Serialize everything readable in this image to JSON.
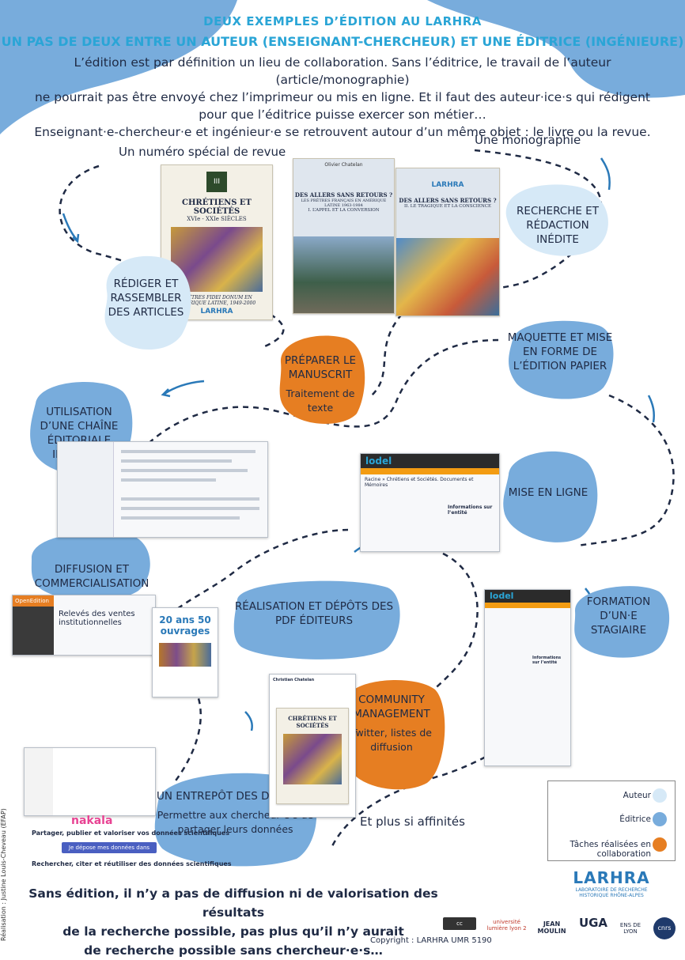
{
  "header": {
    "title": "DEUX EXEMPLES D’ÉDITION AU LARHRA",
    "subtitle": "UN PAS DE DEUX ENTRE UN AUTEUR (ENSEIGNANT-CHERCHEUR) ET UNE ÉDITRICE (INGÉNIEURE)",
    "intro_lines": [
      "L’édition est par définition un lieu de collaboration. Sans l’éditrice, le travail de l’auteur (article/monographie)",
      "ne pourrait pas être envoyé chez l’imprimeur ou mis en ligne. Et il faut des auteur·ice·s qui rédigent",
      "pour que l’éditrice puisse exercer son métier…",
      "Enseignant·e-chercheur·e et ingénieur·e se retrouvent autour d’un même objet : le livre ou la revue."
    ]
  },
  "labels": {
    "special_issue": "Un numéro spécial de revue",
    "monograph": "Une monographie",
    "more": "Et plus si affinités"
  },
  "steps": {
    "recherche": "RECHERCHE ET RÉDACTION INÉDITE",
    "rediger": "RÉDIGER ET RASSEMBLER DES ARTICLES",
    "preparer_title": "PRÉPARER LE MANUSCRIT",
    "preparer_sub": "Traitement de texte",
    "maquette": "MAQUETTE ET MISE EN FORME DE L’ÉDITION PAPIER",
    "chaine": "UTILISATION D’UNE CHAÎNE ÉDITORIALE INTÉGRÉE",
    "enligne": "MISE EN LIGNE",
    "diffusion": "DIFFUSION ET COMMERCIALISATION",
    "pdf": "RÉALISATION ET DÉPÔTS DES PDF ÉDITEURS",
    "formation": "FORMATION D’UN·E STAGIAIRE",
    "community_title": "COMMUNITY MANAGEMENT",
    "community_sub": "Twitter, listes de diffusion",
    "entrepot_title": "UN ENTREPÔT DES DONNÉES",
    "entrepot_sub": "Permettre aux chercheur·e·s de partager leurs données"
  },
  "covers": {
    "revue_title": "CHRÉTIENS ET SOCIÉTÉS",
    "revue_period": "XVIe - XXIe SIÈCLES",
    "revue_num": "III",
    "revue_subject": "PRÊTRES FIDEI DONUM EN AMÉRIQUE LATINE, 1949-2000",
    "mono_title": "DES ALLERS SANS RETOURS ?",
    "mono_sub": "LES PRÊTRES FRANÇAIS EN AMÉRIQUE LATINE 1963-1984",
    "mono_vol1": "I. L’APPEL ET LA CONVERSION",
    "mono_vol2": "II. LE TRAGIQUE ET LA CONSCIENCE",
    "mono_author": "Olivier Chatelan",
    "logo": "LARHRA"
  },
  "screens": {
    "lodel_brand": "lodel",
    "lodel_breadcrumb": "Racine » Chrétiens et Sociétés. Documents et Mémoires",
    "lodel_info": "Informations sur l’entité",
    "openedition_brand": "OpenEdition",
    "openedition_heading": "Relevés des ventes institutionnelles",
    "nakala_brand": "nakala",
    "nakala_line1": "Partager, publier et valoriser vos données scientifiques",
    "nakala_button": "Je dépose mes données dans nakala",
    "nakala_line2": "Rechercher, citer et réutiliser des données scientifiques",
    "tweet_author": "Christian Chatelan",
    "anniv": "20 ans 50 ouvrages"
  },
  "legend": {
    "author": "Auteur",
    "editor": "Éditrice",
    "collab": "Tâches réalisées en collaboration"
  },
  "colors": {
    "author": "#d6e9f7",
    "editor": "#78acdc",
    "collab": "#e67e22",
    "title": "#2aa5d6"
  },
  "footer": {
    "lines": [
      "Sans édition, il n’y a pas de diffusion ni de valorisation des résultats",
      "de la recherche possible, pas plus qu’il n’y aurait",
      "de recherche possible sans chercheur·e·s…"
    ],
    "copyright": "Copyright : LARHRA UMR 5190",
    "credit": "Réalisation : Justine Louis-Cheveau (EFAP)"
  },
  "logos": {
    "larhra": "LARHRA",
    "larhra_sub": "LABORATOIRE DE RECHERCHE HISTORIQUE RHÔNE-ALPES",
    "lyon2": "université lumière lyon 2",
    "jeanmoulin": "JEAN MOULIN",
    "uga": "UGA",
    "ens": "ENS DE LYON",
    "cnrs": "cnrs"
  }
}
